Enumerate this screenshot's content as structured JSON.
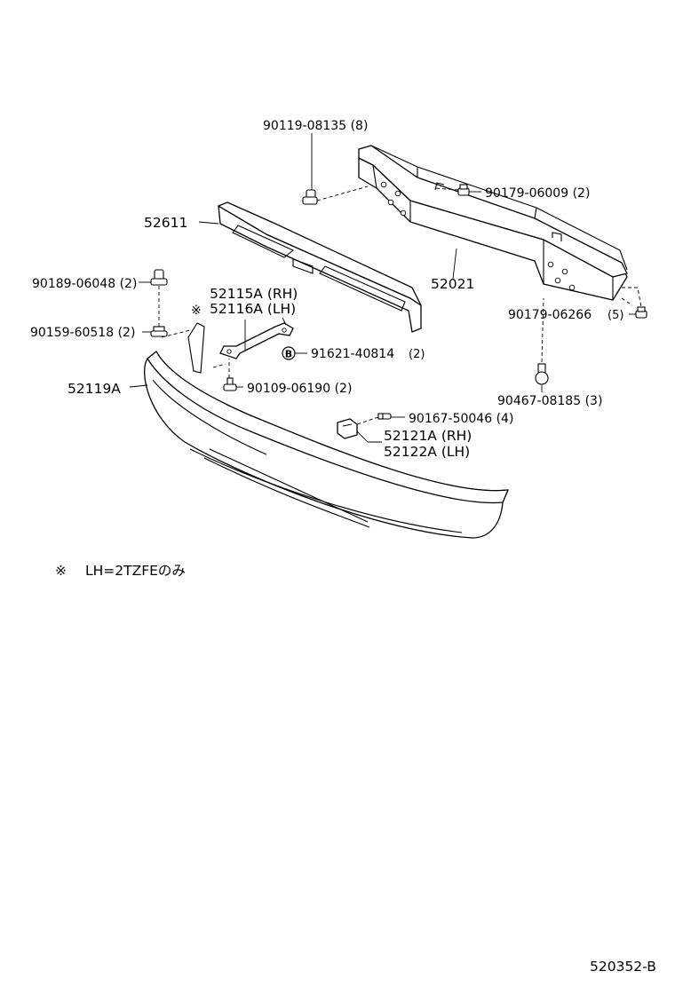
{
  "labels": {
    "bolt_top": "90119-08135 (8)",
    "nut_right": "90179-06009 (2)",
    "cover": "52611",
    "reinforcement": "52021",
    "nut_left_top": "90189-06048 (2)",
    "stay_rh": "52115A (RH)",
    "stay_lh": "52116A (LH)",
    "screw_left": "90159-60518 (2)",
    "rivet": "91621-40814",
    "rivet_qty": "(2)",
    "nut_right_lower": "90179-06266",
    "nut_right_lower_qty": "(5)",
    "bumper": "52119A",
    "bolt_stay": "90109-06190 (2)",
    "clip": "90467-08185 (3)",
    "screw_bracket": "90167-50046 (4)",
    "bracket_rh": "52121A (RH)",
    "bracket_lh": "52122A (LH)",
    "rivet_symbol": "B",
    "note_mark": "※"
  },
  "note": {
    "mark": "※",
    "text": "LH=2TZFEのみ"
  },
  "ref_code": "520352-B"
}
